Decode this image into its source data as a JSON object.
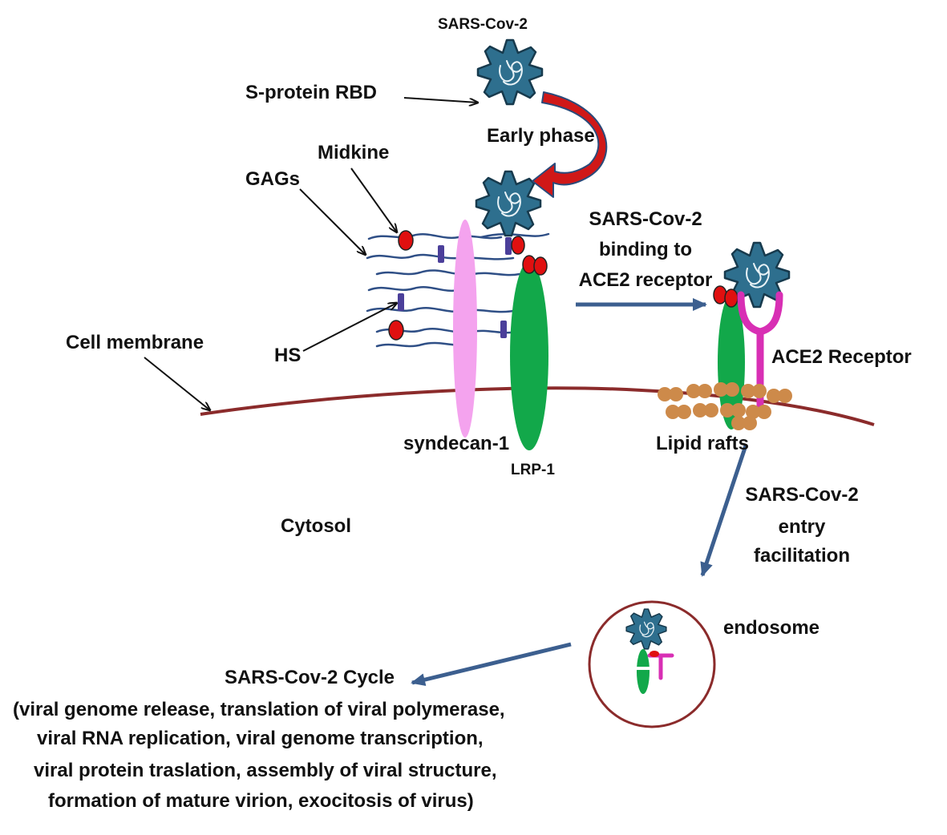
{
  "labels": {
    "virus_top": "SARS-Cov-2",
    "s_protein": "S-protein RBD",
    "early_phase": "Early phase",
    "midkine": "Midkine",
    "gags": "GAGs",
    "binding_1": "SARS-Cov-2",
    "binding_2": "binding to",
    "binding_3": "ACE2 receptor",
    "cell_membrane": "Cell membrane",
    "hs": "HS",
    "ace2_receptor": "ACE2 Receptor",
    "syndecan": "syndecan-1",
    "lrp": "LRP-1",
    "lipid_rafts": "Lipid rafts",
    "cytosol": "Cytosol",
    "entry_1": "SARS-Cov-2",
    "entry_2": "entry",
    "entry_3": "facilitation",
    "endosome": "endosome",
    "cycle_title": "SARS-Cov-2 Cycle",
    "cycle_1": "(viral genome release, translation of viral polymerase,",
    "cycle_2": "viral RNA replication, viral genome transcription,",
    "cycle_3": "viral protein traslation, assembly of viral structure,",
    "cycle_4": "formation of mature virion, exocitosis of virus)"
  },
  "colors": {
    "virus_body": "#2e6f8e",
    "virus_outline": "#173a4d",
    "membrane": "#8b2b2b",
    "syndecan": "#f4a3ee",
    "lrp": "#12a84a",
    "ace2": "#d82fb4",
    "midkine": "#e01010",
    "gag_chain": "#2f4f86",
    "hs_block": "#4b3f9a",
    "lipid": "#cd8a4a",
    "flow_arrow": "#3c5f8f",
    "early_arrow": "#d01818"
  }
}
